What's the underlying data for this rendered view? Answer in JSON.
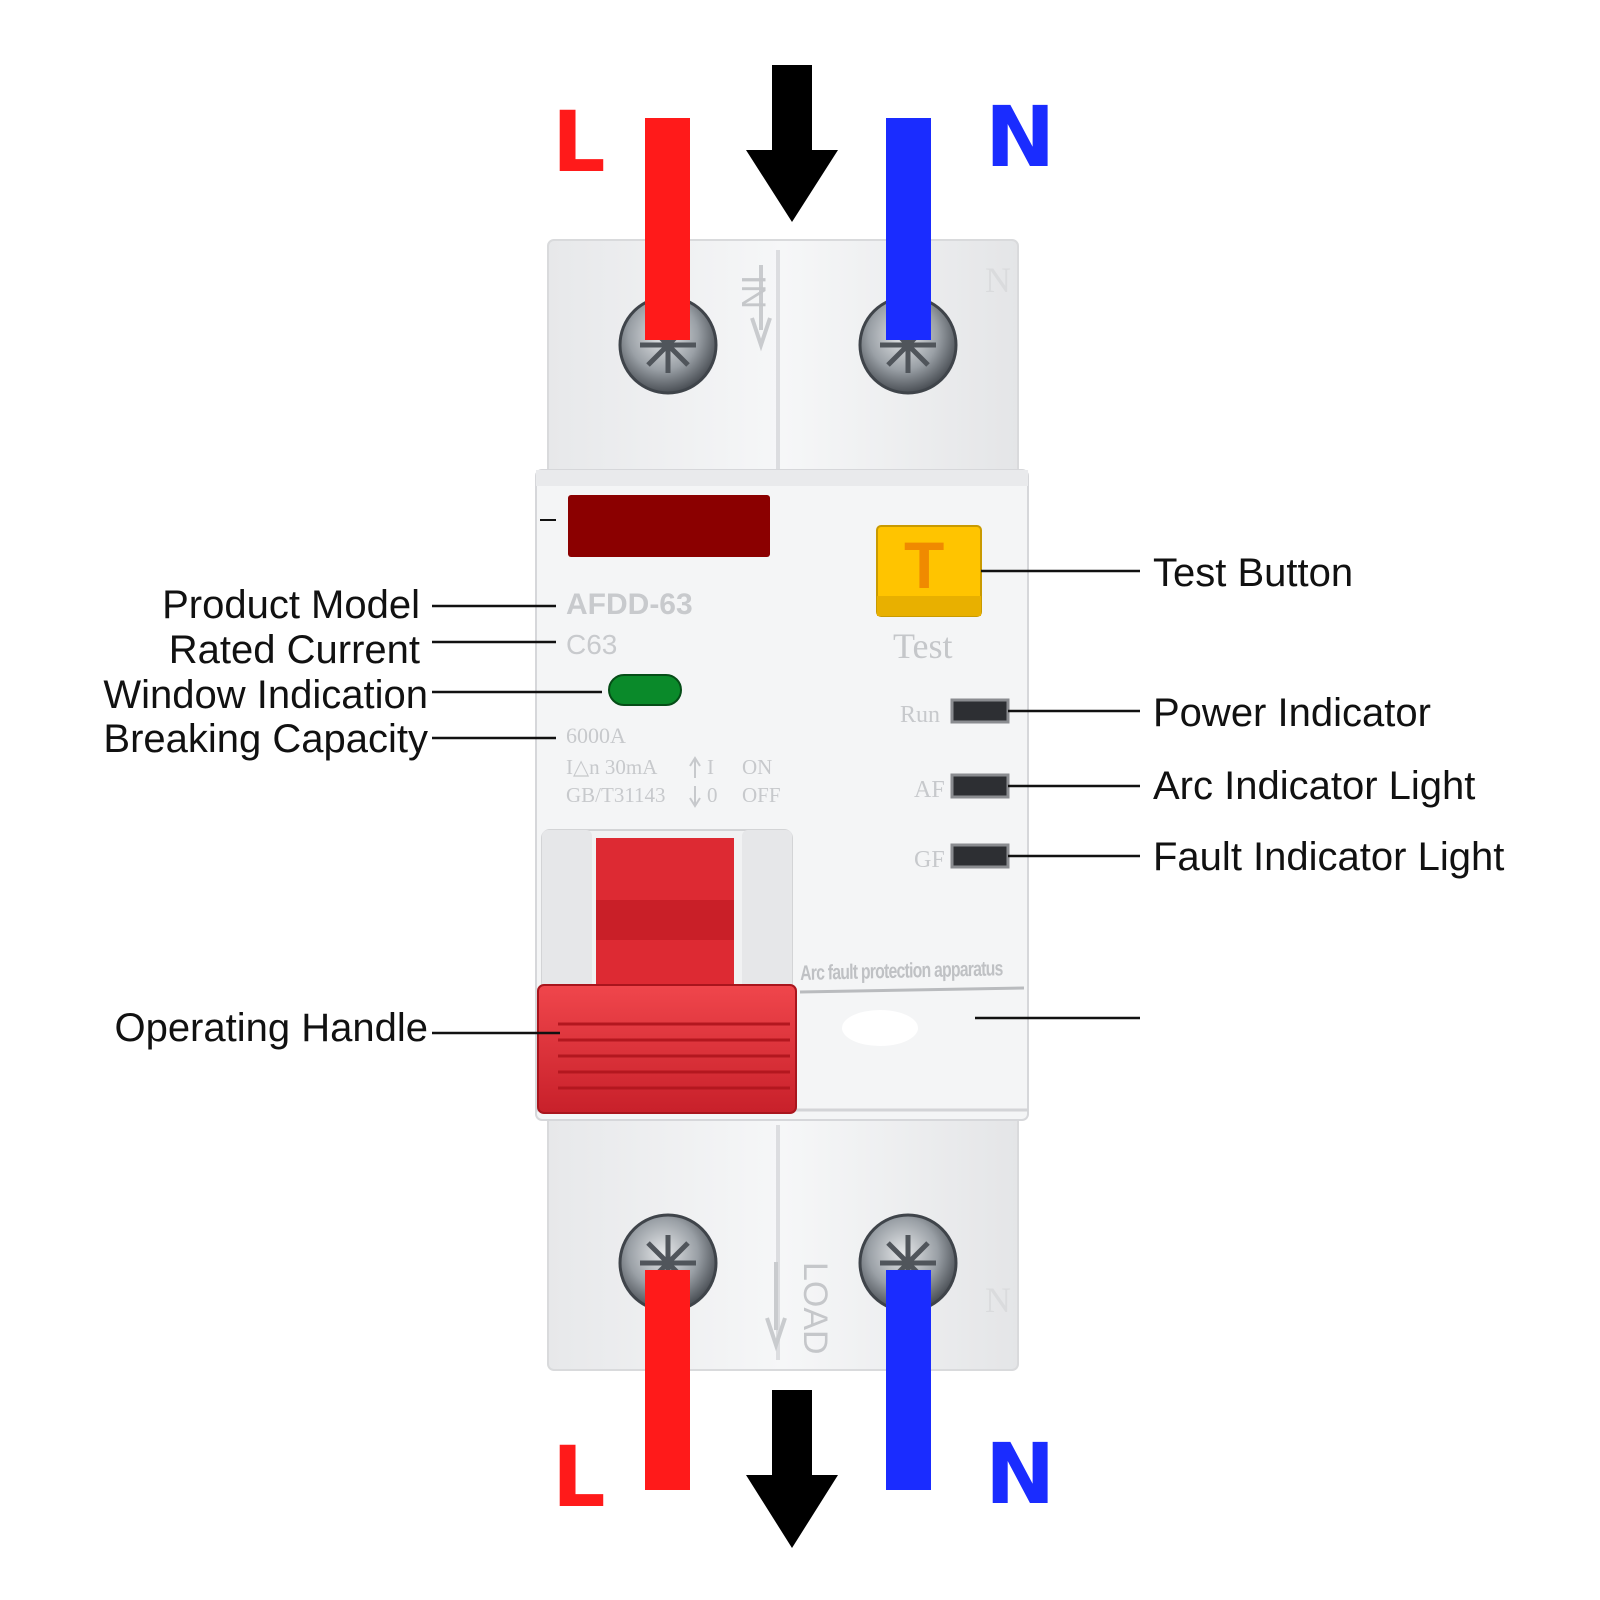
{
  "colors": {
    "line_wire": "#ff1a1a",
    "neutral_wire": "#1a2cff",
    "handle": "#e8303a",
    "test_button": "#ffc400",
    "window_indicator": "#0a8a2a",
    "label_band": "#8b0000",
    "housing": "#f1f2f3"
  },
  "terminals": {
    "top_left": "L",
    "top_right": "N",
    "bottom_left": "L",
    "bottom_right": "N"
  },
  "device": {
    "in_label": "IN",
    "load_label": "LOAD",
    "n_mark_top": "N",
    "n_mark_bottom": "N",
    "model": "AFDD-63",
    "rated_current": "C63",
    "breaking_capacity": "6000A",
    "spec_line_1": "I△n  30mA",
    "spec_line_2": "GB/T31143",
    "on_symbol": "I",
    "off_symbol": "0",
    "on_text": "ON",
    "off_text": "OFF",
    "test_letter": "T",
    "test_text": "Test",
    "run_text": "Run",
    "af_text": "AF",
    "gf_text": "GF",
    "apparatus_text": "Arc fault protection apparatus"
  },
  "callouts": {
    "product_model": "Product Model",
    "rated_current": "Rated Current",
    "window_indication": "Window Indication",
    "breaking_capacity": "Breaking Capacity",
    "operating_handle": "Operating Handle",
    "test_button": "Test Button",
    "power_indicator": "Power Indicator",
    "arc_indicator": "Arc Indicator Light",
    "fault_indicator": "Fault Indicator Light"
  }
}
